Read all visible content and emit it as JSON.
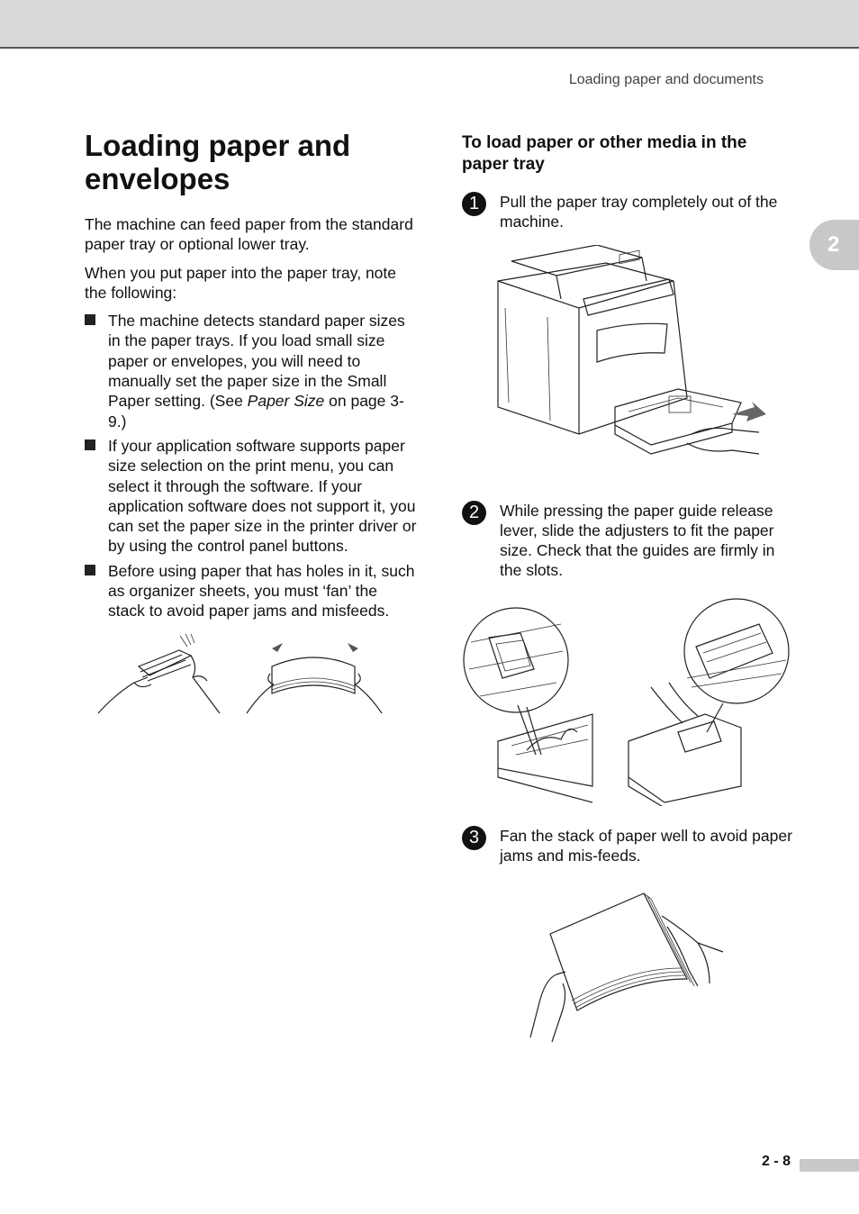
{
  "header": {
    "running_head": "Loading paper and documents",
    "chapter_tab": "2"
  },
  "left": {
    "title": "Loading paper and envelopes",
    "intro1": "The machine can feed paper from the standard paper tray or optional lower tray.",
    "intro2": "When you put paper into the paper tray, note the following:",
    "bullets": [
      {
        "pre": "The machine detects standard paper sizes in the paper trays. If you load small size paper or envelopes, you will need to manually set the paper size in the Small Paper setting. (See ",
        "em": "Paper Size",
        "post": " on page 3-9.)"
      },
      {
        "text": "If your application software supports paper size selection on the print menu, you can select it through the software. If your application software does not support it, you can set the paper size in the printer driver or by using the control panel buttons."
      },
      {
        "text": "Before using paper that has holes in it, such as organizer sheets, you must ‘fan’ the stack to avoid paper jams and misfeeds."
      }
    ]
  },
  "right": {
    "heading": "To load paper or other media in the paper tray",
    "steps": [
      {
        "num": "1",
        "text": "Pull the paper tray completely out of the machine."
      },
      {
        "num": "2",
        "text": "While pressing the paper guide release lever, slide the adjusters to fit the paper size. Check that the guides are firmly in the slots."
      },
      {
        "num": "3",
        "text": "Fan the stack of paper well to avoid paper jams and mis-feeds."
      }
    ]
  },
  "footer": {
    "page_number": "2 - 8"
  }
}
